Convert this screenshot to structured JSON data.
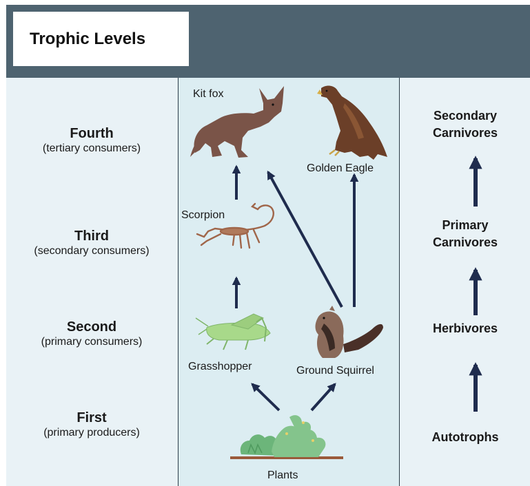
{
  "title": "Trophic Levels",
  "levels": [
    {
      "name": "Fourth",
      "desc": "(tertiary consumers)"
    },
    {
      "name": "Third",
      "desc": "(secondary consumers)"
    },
    {
      "name": "Second",
      "desc": "(primary consumers)"
    },
    {
      "name": "First",
      "desc": "(primary producers)"
    }
  ],
  "organisms": {
    "kit_fox": "Kit fox",
    "golden_eagle": "Golden Eagle",
    "scorpion": "Scorpion",
    "grasshopper": "Grasshopper",
    "ground_squirrel": "Ground Squirrel",
    "plants": "Plants"
  },
  "roles": {
    "secondary_carnivores_line1": "Secondary",
    "secondary_carnivores_line2": "Carnivores",
    "primary_carnivores_line1": "Primary",
    "primary_carnivores_line2": "Carnivores",
    "herbivores": "Herbivores",
    "autotrophs": "Autotrophs"
  },
  "colors": {
    "header": "#4e6370",
    "arrow": "#1f2c4e",
    "background": "#e9f2f6",
    "middle_column": "#dcedf2"
  }
}
